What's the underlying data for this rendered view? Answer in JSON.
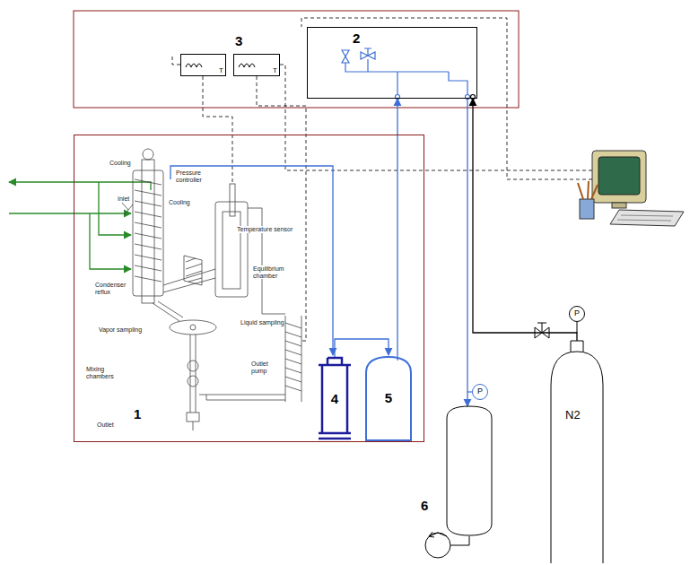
{
  "diagram": {
    "nodes": [
      {
        "text": [
          "T"
        ]
      },
      {
        "text": [
          "T"
        ]
      },
      {
        "text": [
          "2"
        ]
      },
      {
        "text": [
          "1"
        ]
      },
      {
        "text": [
          "4"
        ],
        "in": 3
      },
      {
        "text": [
          "5"
        ],
        "in": 3
      },
      {
        "text": [
          "P"
        ]
      },
      {
        "text": [
          "P"
        ]
      },
      {
        "text": [
          "N2"
        ]
      },
      {
        "text": [
          "6"
        ]
      }
    ],
    "edges": [
      {
        "from": 4,
        "to": 5,
        "arrow": "to"
      },
      {
        "from": 5,
        "to": 2,
        "arrow": "to"
      },
      {
        "from": 2,
        "to": 9,
        "arrow": "to"
      },
      {
        "from": 8,
        "to": 2,
        "arrow": "to"
      }
    ],
    "labels": [
      "3",
      "Cooling",
      "Pressure controller",
      "Inlet",
      "Cooling",
      "Temperature sensor",
      "Equilibrium chamber",
      "Condenser reflux",
      "Liquid sampling",
      "Vapor sampling",
      "Outlet pump",
      "Mixing chambers",
      "Outlet"
    ]
  }
}
